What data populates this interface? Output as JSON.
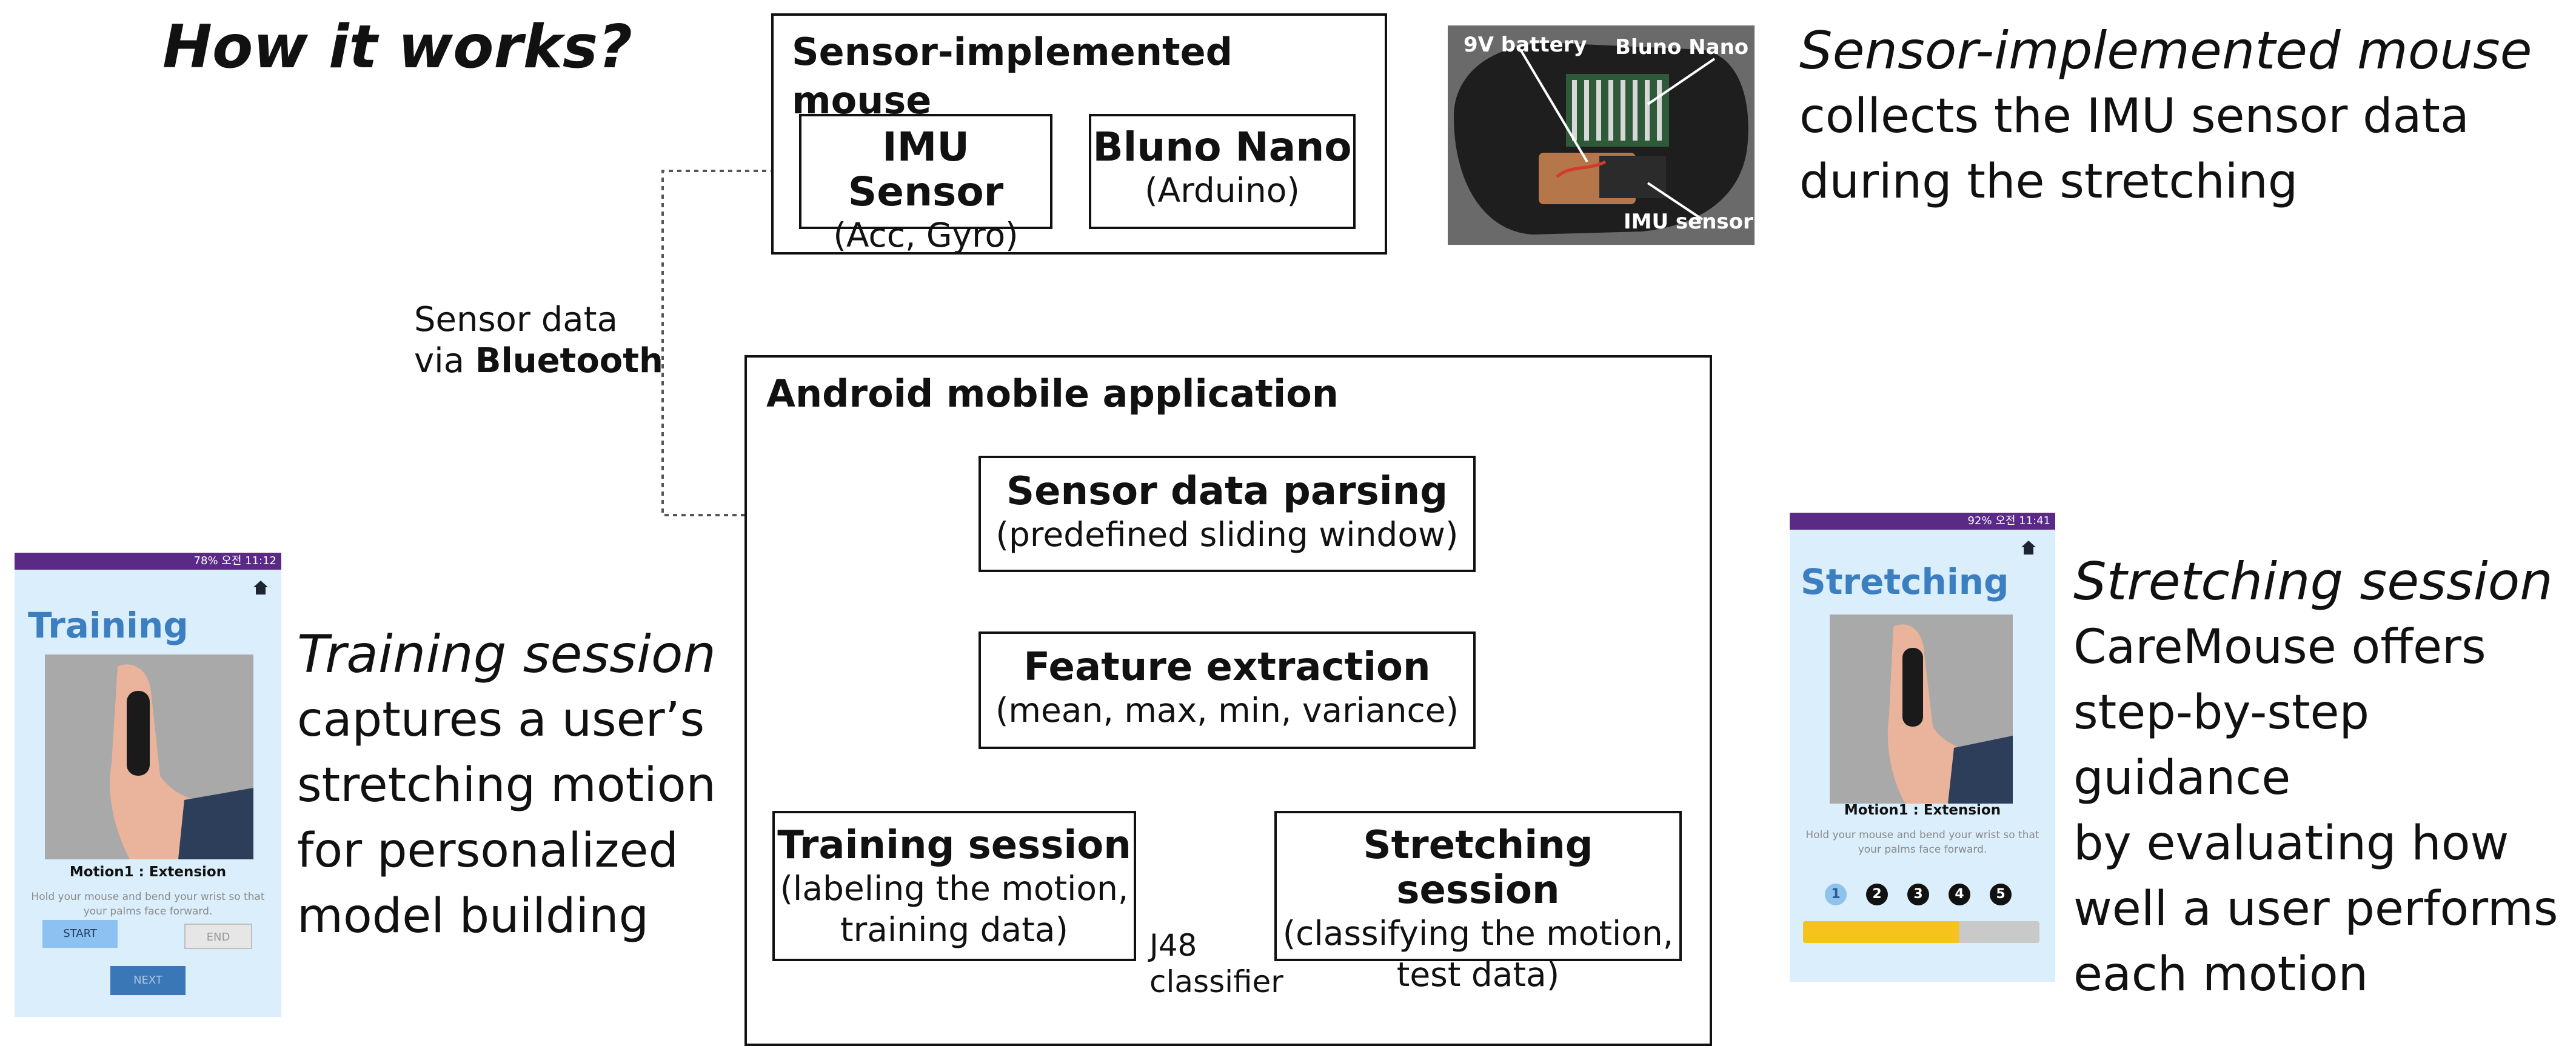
{
  "page_title": "How it works?",
  "bluetooth_label": {
    "line1": "Sensor data",
    "line2_prefix": "via ",
    "line2_bold": "Bluetooth"
  },
  "mouse_box": {
    "title": "Sensor-implemented mouse",
    "imu": {
      "title": "IMU Sensor",
      "sub": "(Acc, Gyro)"
    },
    "bluno": {
      "title": "Bluno Nano",
      "sub": "(Arduino)"
    }
  },
  "app_box": {
    "title": "Android mobile application",
    "parsing": {
      "title": "Sensor data parsing",
      "sub": "(predefined sliding window)"
    },
    "features": {
      "title": "Feature extraction",
      "sub": "(mean, max, min, variance)"
    },
    "training": {
      "title": "Training session",
      "sub1": "(labeling the motion,",
      "sub2": "training data)"
    },
    "stretching": {
      "title": "Stretching session",
      "sub1": "(classifying the motion,",
      "sub2": "test data)"
    },
    "classifier": {
      "line1": "J48",
      "line2": "classifier"
    }
  },
  "mouse_photo": {
    "battery_label": "9V battery",
    "bluno_label": "Bluno Nano",
    "imu_label": "IMU sensor"
  },
  "desc_mouse": {
    "title": "Sensor-implemented mouse",
    "line1": "collects the IMU sensor data",
    "line2": "during the stretching"
  },
  "desc_training": {
    "title": "Training session",
    "line1": "captures a user’s",
    "line2": "stretching motion",
    "line3": "for personalized",
    "line4": "model building"
  },
  "desc_stretching": {
    "title": "Stretching session",
    "line1": "CareMouse offers",
    "line2": "step-by-step guidance",
    "line3": "by evaluating how",
    "line4": "well a user performs",
    "line5": "each motion"
  },
  "phone_training": {
    "status": "78% 오전 11:12",
    "title": "Training",
    "motion": "Motion1 : Extension",
    "hint1": "Hold your mouse and bend your wrist so that",
    "hint2": "your palms face forward.",
    "start": "START",
    "end": "END",
    "next": "NEXT"
  },
  "phone_stretching": {
    "status": "92% 오전 11:41",
    "title": "Stretching",
    "motion": "Motion1 : Extension",
    "hint1": "Hold your mouse and bend your wrist so that",
    "hint2": "your palms face forward.",
    "steps": [
      "1",
      "2",
      "3",
      "4",
      "5"
    ],
    "progress": 0.66
  },
  "colors": {
    "phone_bg": "#dbeefb",
    "statusbar": "#5b2a86",
    "phone_title": "#3c7fc1",
    "progress_fill": "#f6c21c",
    "progress_track": "#c9c9c9"
  }
}
